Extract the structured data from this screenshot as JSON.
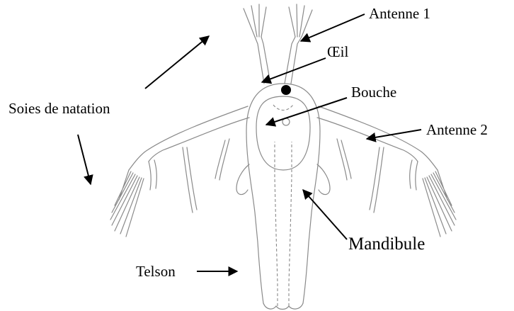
{
  "diagram": {
    "labels": {
      "antenne1": "Antenne 1",
      "oeil": "Œil",
      "bouche": "Bouche",
      "antenne2": "Antenne 2",
      "soies": "Soies de natation",
      "mandibule": "Mandibule",
      "telson": "Telson"
    },
    "colors": {
      "line": "#8a8a8a",
      "arrow": "#000000",
      "eye": "#000000",
      "background": "#ffffff"
    }
  }
}
